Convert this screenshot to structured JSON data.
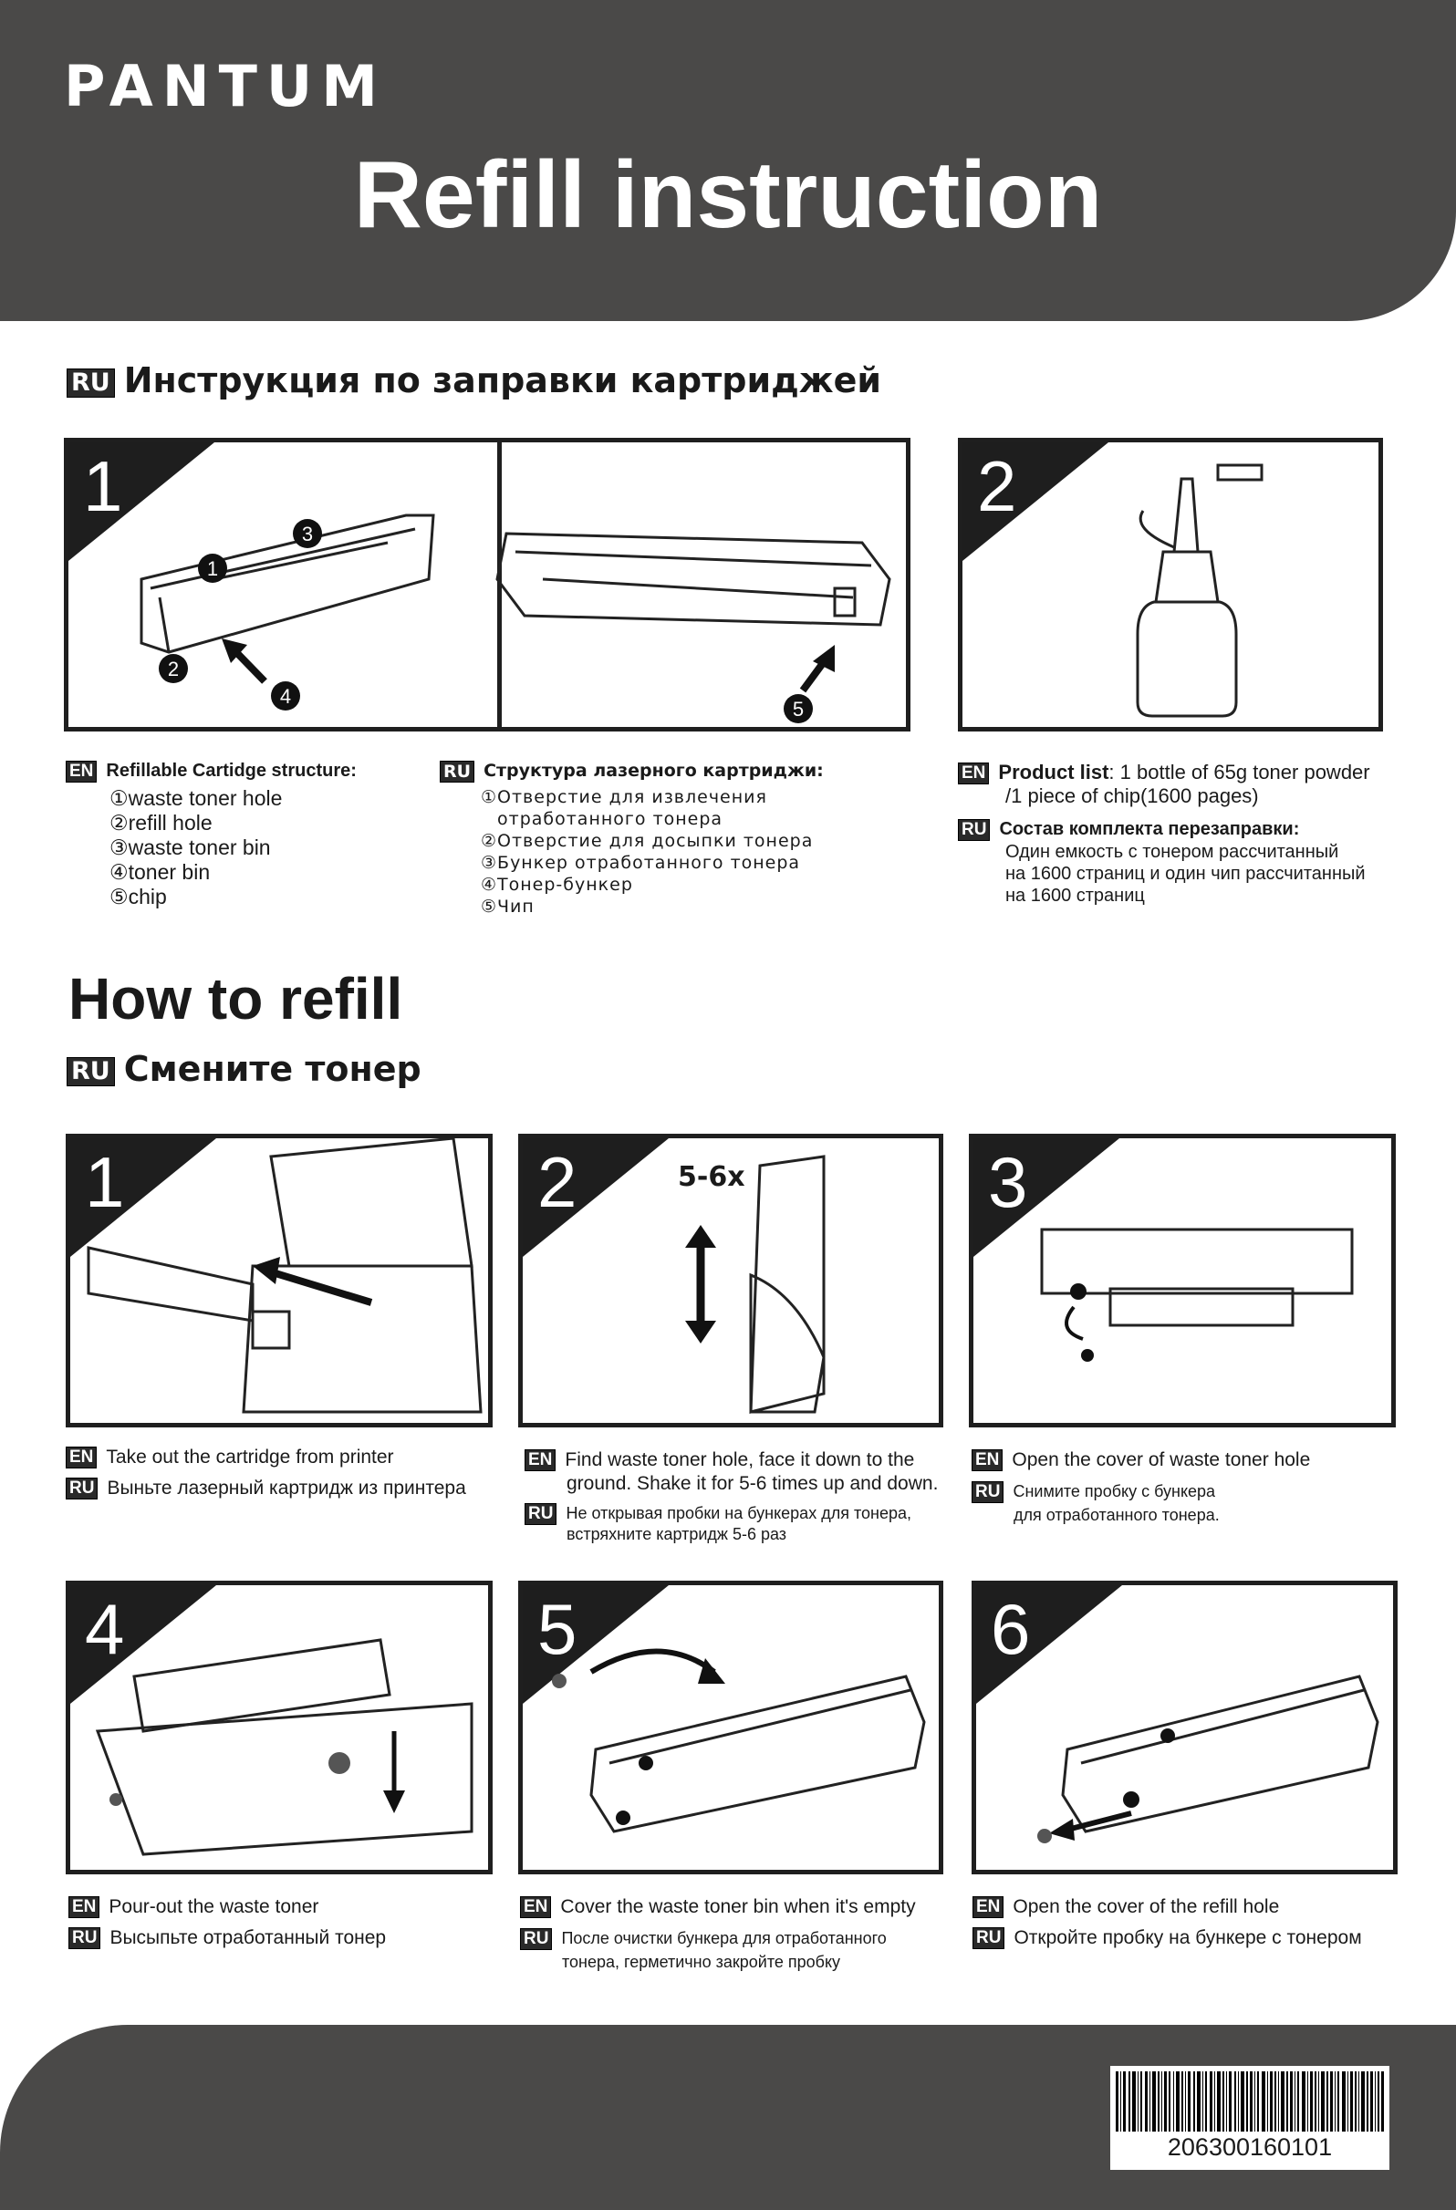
{
  "header": {
    "logo": "PANTUM",
    "title": "Refill instruction"
  },
  "section_ru": {
    "tag": "RU",
    "title": "Инструкция по заправки картриджей"
  },
  "structure": {
    "panel1_number": "1",
    "panel2_number": "2",
    "callouts": [
      "1",
      "2",
      "3",
      "4",
      "5"
    ],
    "en": {
      "tag": "EN",
      "title": "Refillable Cartidge structure:",
      "items": [
        "①waste toner hole",
        "②refill hole",
        "③waste toner bin",
        "④toner bin",
        "⑤chip"
      ]
    },
    "ru": {
      "tag": "RU",
      "title": "Структура лазерного картриджи:",
      "items": [
        "①Отверстие для извлечения",
        "отработанного тонера",
        "②Отверстие для досыпки тонера",
        "③Бункер отработанного тонера",
        "④Тонер-бункер",
        "⑤Чип"
      ]
    },
    "product": {
      "en_tag": "EN",
      "en_bold": "Product list",
      "en_text": ": 1 bottle of 65g toner powder",
      "en_text2": "/1 piece of chip(1600 pages)",
      "ru_tag": "RU",
      "ru_title": "Состав комплекта перезаправки:",
      "ru_lines": [
        "Один емкость с тонером рассчитанный",
        "на 1600 страниц и один чип рассчитанный",
        "на 1600 страниц"
      ]
    }
  },
  "how": {
    "title": "How to refill",
    "ru_tag": "RU",
    "ru_title": "Смените тонер"
  },
  "steps": [
    {
      "number": "1",
      "en_tag": "EN",
      "en": [
        "Take out the cartridge from printer"
      ],
      "ru_tag": "RU",
      "ru": [
        "Выньте лазерный картридж из принтера"
      ]
    },
    {
      "number": "2",
      "label": "5-6x",
      "en_tag": "EN",
      "en": [
        "Find waste toner hole, face it down to the",
        "ground. Shake it for 5-6 times up and down."
      ],
      "ru_tag": "RU",
      "ru": [
        "Не открывая пробки на бункерах  для тонера,",
        "встряхните картридж 5-6 раз"
      ]
    },
    {
      "number": "3",
      "en_tag": "EN",
      "en": [
        "Open the cover of waste toner hole"
      ],
      "ru_tag": "RU",
      "ru": [
        "Снимите пробку с бункера",
        "для отработанного тонера."
      ]
    },
    {
      "number": "4",
      "en_tag": "EN",
      "en": [
        "Pour-out the waste toner"
      ],
      "ru_tag": "RU",
      "ru": [
        "Высыпьте отработанный тонер"
      ]
    },
    {
      "number": "5",
      "en_tag": "EN",
      "en": [
        "Cover the waste toner bin when it's empty"
      ],
      "ru_tag": "RU",
      "ru": [
        "После очистки бункера для отработанного",
        "тонера, герметично закройте пробку"
      ]
    },
    {
      "number": "6",
      "en_tag": "EN",
      "en": [
        "Open the cover of the refill hole"
      ],
      "ru_tag": "RU",
      "ru": [
        "Откройте пробку на бункере с тонером"
      ]
    }
  ],
  "barcode": {
    "number": "206300160101"
  }
}
